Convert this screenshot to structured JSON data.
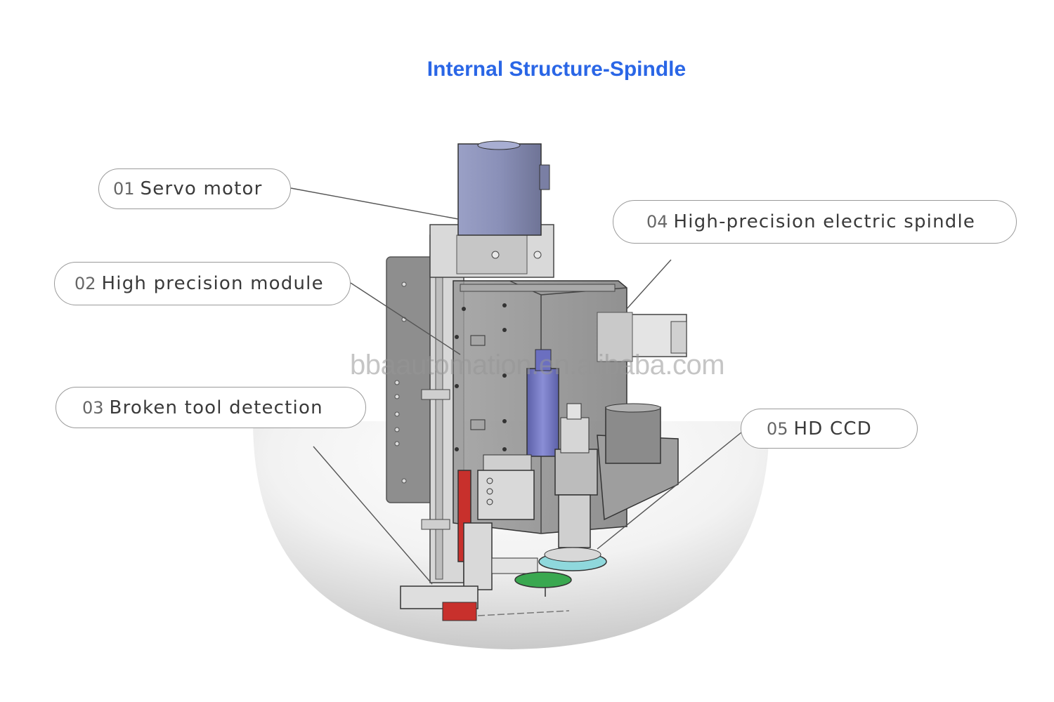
{
  "title": "Internal Structure-Spindle",
  "watermark": "bbaautomation.en.alibaba.com",
  "callouts": [
    {
      "num": "01",
      "label": "Servo motor"
    },
    {
      "num": "02",
      "label": "High precision module"
    },
    {
      "num": "03",
      "label": "Broken tool detection"
    },
    {
      "num": "04",
      "label": "High-precision electric spindle"
    },
    {
      "num": "05",
      "label": "HD CCD"
    }
  ],
  "colors": {
    "title": "#2a66e6",
    "callout_border": "#9a9a9a",
    "motor": "#8a90b8",
    "body": "#8c8c8c",
    "spindle": "#7c80c8",
    "red_part": "#c8302c",
    "green_ring": "#3aa850",
    "cyan_ring": "#8fd8dc"
  }
}
